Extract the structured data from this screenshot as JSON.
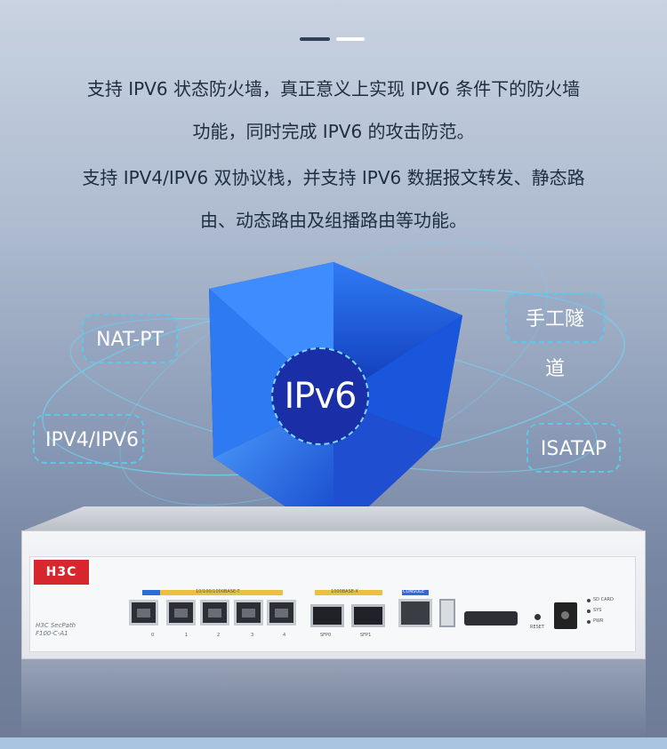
{
  "header": {
    "paragraph1_line1": "支持 IPV6 状态防火墙，真正意义上实现 IPV6 条件下的防火墙",
    "paragraph1_line2": "功能，同时完成 IPV6 的攻击防范。",
    "paragraph2_line1": "支持 IPV4/IPV6 双协议栈，并支持 IPV6 数据报文转发、静态路",
    "paragraph2_line2": "由、动态路由及组播路由等功能。"
  },
  "diagram": {
    "center_label": "IPv6",
    "tags": {
      "nat_pt": "NAT-PT",
      "ipv4_ipv6": "IPV4/IPV6",
      "manual_tunnel": "手工隧道",
      "isatap": "ISATAP"
    }
  },
  "device": {
    "brand": "H3C",
    "model_line1": "H3C SecPath",
    "model_line2": "F100-C-A1",
    "port_label": "10/100/1000BASE-T",
    "sfp_label": "1000BASE-X",
    "console_label": "CONSOLE",
    "reset_label": "RESET",
    "led_labels": [
      "SD CARD",
      "SYS",
      "PWR"
    ],
    "port_numbers": [
      "0",
      "1",
      "2",
      "3",
      "4"
    ],
    "sfp_numbers": [
      "SFP0",
      "SFP1"
    ]
  },
  "colors": {
    "shield_blue": "#1e63e0",
    "badge_blue": "#1a2ea8",
    "tag_border": "#5dc8e8",
    "brand_red": "#d6262e"
  }
}
